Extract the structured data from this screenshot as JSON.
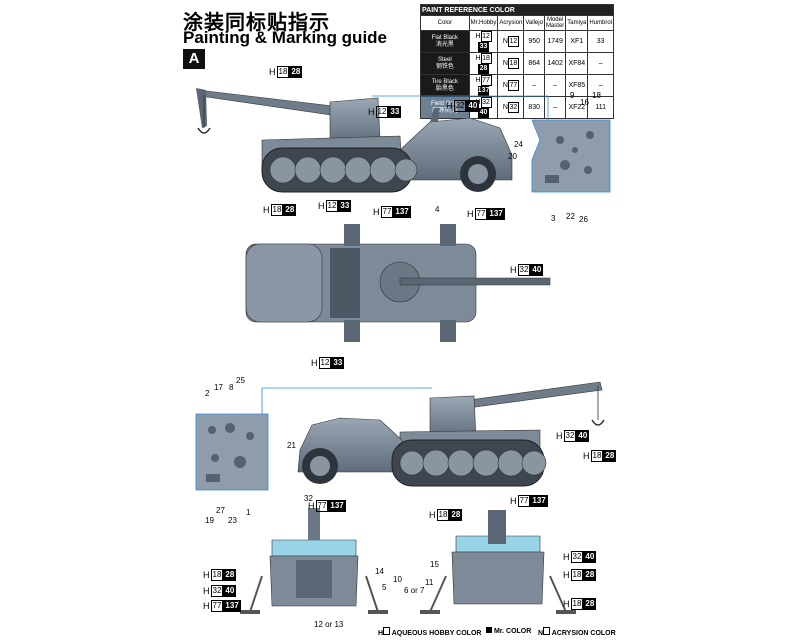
{
  "header": {
    "title_cn": "涂装同标贴指示",
    "title_en": "Painting & Marking guide",
    "sheet": "A"
  },
  "paint_table": {
    "title": "PAINT  REFERENCE COLOR",
    "columns": [
      "Color",
      "Mr.Hobby",
      "Acrysion",
      "Vallejo",
      "Model Master",
      "Tamiya",
      "Humbrol"
    ],
    "rows": [
      {
        "name": "Flat Black",
        "name_cn": "消光黑",
        "hobby_n": "12",
        "hobby_d": "33",
        "acrysion": "12",
        "vallejo": "950",
        "model_master": "1749",
        "tamiya": "XF1",
        "humbrol": "33"
      },
      {
        "name": "Steel",
        "name_cn": "钢铁色",
        "hobby_n": "18",
        "hobby_d": "28",
        "acrysion": "18",
        "vallejo": "864",
        "model_master": "1402",
        "tamiya": "XF84",
        "humbrol": "–"
      },
      {
        "name": "Tire Black",
        "name_cn": "胎黑色",
        "hobby_n": "77",
        "hobby_d": "137",
        "acrysion": "77",
        "vallejo": "–",
        "model_master": "–",
        "tamiya": "XF85",
        "humbrol": "–"
      },
      {
        "name": "Field Gray",
        "name_cn": "原野灰(1)",
        "hobby_n": "32",
        "hobby_d": "40",
        "acrysion": "32",
        "vallejo": "830",
        "model_master": "–",
        "tamiya": "XF22",
        "humbrol": "111"
      }
    ]
  },
  "callouts": {
    "c1": {
      "prefix": "H",
      "n": "18",
      "d": "28"
    },
    "c2": {
      "prefix": "H",
      "n": "12",
      "d": "33"
    },
    "c3": {
      "prefix": "H",
      "n": "32",
      "d": "40"
    },
    "c4": {
      "prefix": "H",
      "n": "18",
      "d": "28"
    },
    "c5": {
      "prefix": "H",
      "n": "12",
      "d": "33"
    },
    "c6": {
      "prefix": "H",
      "n": "77",
      "d": "137"
    },
    "c7": {
      "prefix": "H",
      "n": "77",
      "d": "137"
    },
    "c8": {
      "prefix": "H",
      "n": "32",
      "d": "40"
    },
    "c9": {
      "prefix": "H",
      "n": "12",
      "d": "33"
    },
    "c10": {
      "prefix": "H",
      "n": "32",
      "d": "40"
    },
    "c11": {
      "prefix": "H",
      "n": "18",
      "d": "28"
    },
    "c12": {
      "prefix": "H",
      "n": "77",
      "d": "137"
    },
    "c13": {
      "prefix": "H",
      "n": "77",
      "d": "137"
    },
    "c14": {
      "prefix": "H",
      "n": "18",
      "d": "28"
    },
    "c15": {
      "prefix": "H",
      "n": "18",
      "d": "28"
    },
    "c16": {
      "prefix": "H",
      "n": "32",
      "d": "40"
    },
    "c17": {
      "prefix": "H",
      "n": "77",
      "d": "137"
    },
    "c18": {
      "prefix": "H",
      "n": "32",
      "d": "40"
    },
    "c19": {
      "prefix": "H",
      "n": "18",
      "d": "28"
    },
    "c20": {
      "prefix": "H",
      "n": "18",
      "d": "28"
    }
  },
  "part_numbers": {
    "p9": "9",
    "p16": "16",
    "p18": "18",
    "p24": "24",
    "p20": "20",
    "p3": "3",
    "p22": "22",
    "p26": "26",
    "p4": "4",
    "p2": "2",
    "p17": "17",
    "p8": "8",
    "p25": "25",
    "p21": "21",
    "p27": "27",
    "p23": "23",
    "p1": "1",
    "p19": "19",
    "p32": "32",
    "p14": "14",
    "p10": "10",
    "p5": "5",
    "p12or13": "12 or 13",
    "p15": "15",
    "p11": "11",
    "p6or7": "6 or 7"
  },
  "legend": {
    "aqueous": "AQUEOUS HOBBY COLOR",
    "mr": "Mr. COLOR",
    "acrysion": "ACRYSION COLOR"
  },
  "colors": {
    "vehicle_gray": "#7d8b99",
    "vehicle_dark": "#4d5865",
    "callout_line": "#2a8be0",
    "table_dark": "#1a1a1a"
  }
}
